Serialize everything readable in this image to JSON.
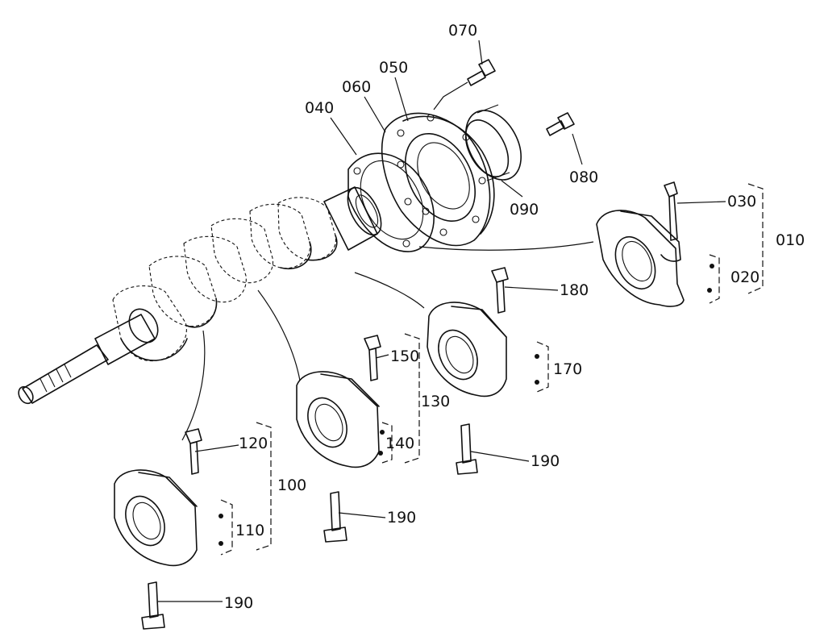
{
  "labels": {
    "p010": "010",
    "p020": "020",
    "p030": "030",
    "p040": "040",
    "p050": "050",
    "p060": "060",
    "p070": "070",
    "p080": "080",
    "p090": "090",
    "p100": "100",
    "p110": "110",
    "p120": "120",
    "p130": "130",
    "p140": "140",
    "p150": "150",
    "p170": "170",
    "p180": "180",
    "p190a": "190",
    "p190b": "190",
    "p190c": "190"
  }
}
